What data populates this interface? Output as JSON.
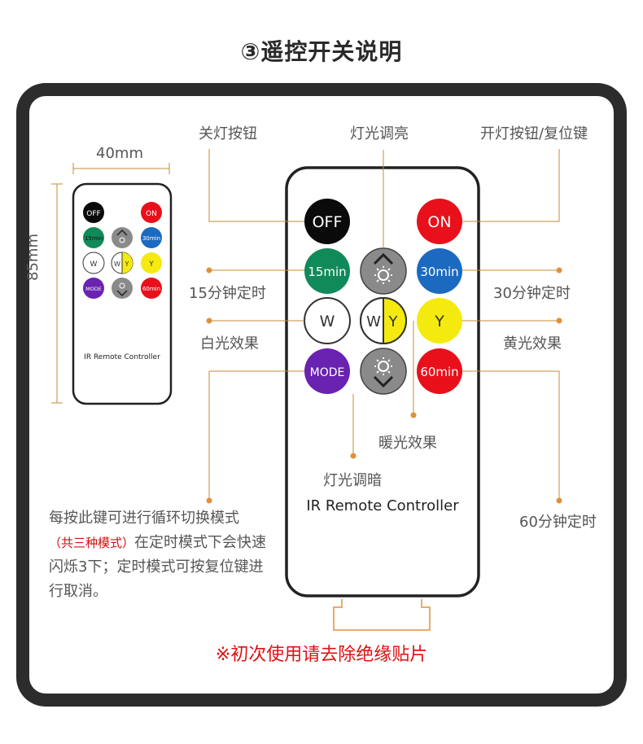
{
  "title": "③遥控开关说明",
  "dimensions": {
    "width_label": "40mm",
    "height_label": "85mm"
  },
  "labels": {
    "off_key": "关灯按钮",
    "dim_up": "灯光调亮",
    "on_key": "开灯按钮/复位键",
    "timer15": "15分钟定时",
    "timer30": "30分钟定时",
    "white": "白光效果",
    "yellow": "黄光效果",
    "warm": "暖光效果",
    "dim_down": "灯光调暗",
    "timer60": "60分钟定时"
  },
  "mode_note": {
    "line1": "每按此键可进行循环切换模式",
    "highlight": "（共三种模式）",
    "rest": "在定时模式下会快速闪烁3下；定时模式可按复位键进行取消。"
  },
  "remote": {
    "brand": "IR Remote Controller",
    "buttons": {
      "off": "OFF",
      "on": "ON",
      "t15": "15min",
      "t30": "30min",
      "t60": "60min",
      "w": "W",
      "wy_w": "W",
      "wy_y": "Y",
      "y": "Y",
      "mode": "MODE"
    }
  },
  "warning": "※初次使用请去除绝缘贴片",
  "colors": {
    "off": "#0a0a0a",
    "on": "#e8101a",
    "green": "#118a5a",
    "blue": "#1c6ac0",
    "yellow": "#f4ea10",
    "purple": "#6a22b0",
    "red": "#e8101a",
    "gray": "#8a8a8a",
    "leader": "#c88a3a",
    "warning": "#e01010"
  }
}
